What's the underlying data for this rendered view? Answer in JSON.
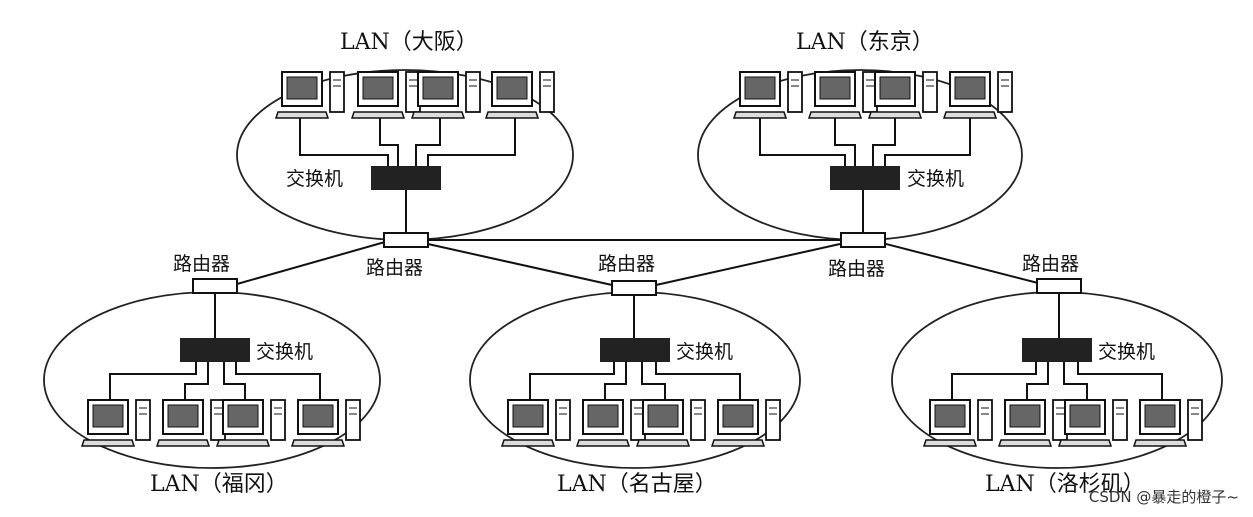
{
  "lans": [
    {
      "id": "osaka",
      "label": "LAN（大阪）",
      "switch_label": "交换机"
    },
    {
      "id": "tokyo",
      "label": "LAN（东京）",
      "switch_label": "交换机"
    },
    {
      "id": "fukuoka",
      "label": "LAN（福冈）",
      "switch_label": "交换机"
    },
    {
      "id": "nagoya",
      "label": "LAN（名古屋）",
      "switch_label": "交换机"
    },
    {
      "id": "la",
      "label": "LAN（洛杉矶）",
      "switch_label": "交换机"
    }
  ],
  "routers": [
    {
      "id": "r-fukuoka",
      "label": "路由器"
    },
    {
      "id": "r-osaka",
      "label": "路由器"
    },
    {
      "id": "r-nagoya",
      "label": "路由器"
    },
    {
      "id": "r-tokyo",
      "label": "路由器"
    },
    {
      "id": "r-la",
      "label": "路由器"
    }
  ],
  "links": [
    [
      "r-fukuoka",
      "r-osaka"
    ],
    [
      "r-osaka",
      "r-tokyo"
    ],
    [
      "r-osaka",
      "r-nagoya"
    ],
    [
      "r-nagoya",
      "r-tokyo"
    ],
    [
      "r-tokyo",
      "r-la"
    ]
  ],
  "watermark": "CSDN @暴走的橙子~"
}
